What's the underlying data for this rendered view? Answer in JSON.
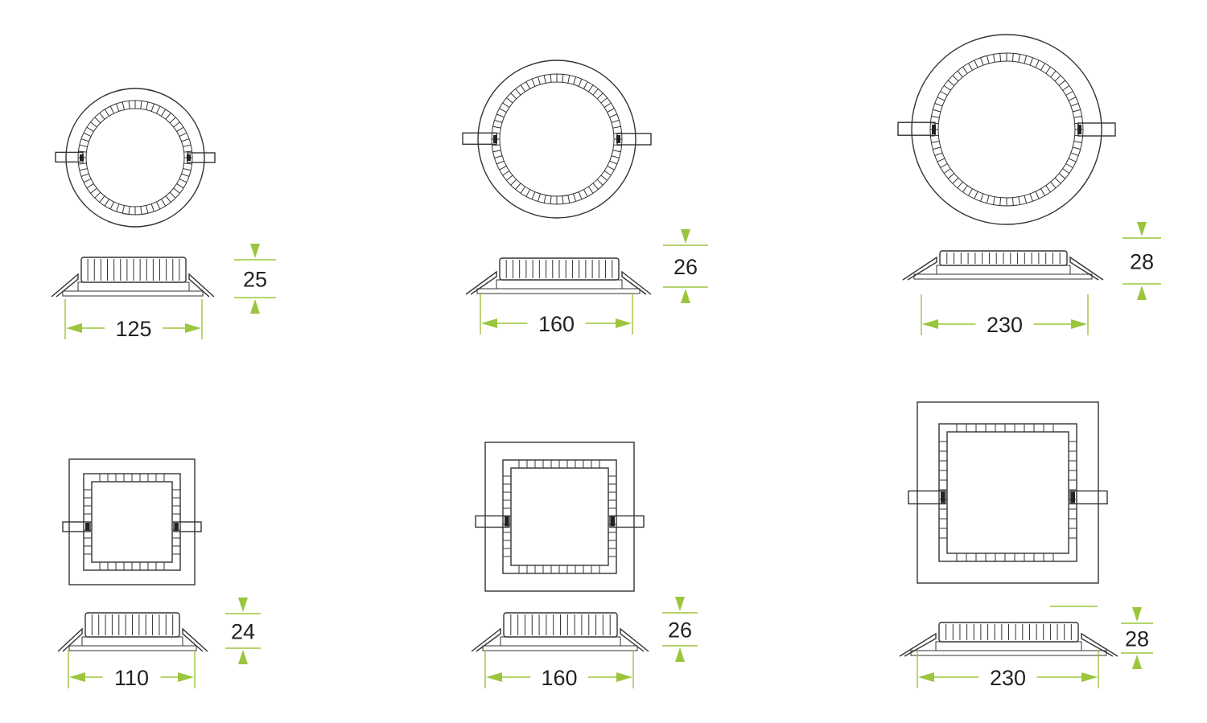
{
  "colors": {
    "accent": "#9bc53d",
    "line": "#333333",
    "background": "#ffffff"
  },
  "fixtures": [
    {
      "id": "round-small",
      "shape": "round",
      "diameter_label": "125",
      "height_label": "25"
    },
    {
      "id": "round-medium",
      "shape": "round",
      "diameter_label": "160",
      "height_label": "26"
    },
    {
      "id": "round-large",
      "shape": "round",
      "diameter_label": "230",
      "height_label": "28"
    },
    {
      "id": "square-small",
      "shape": "square",
      "diameter_label": "110",
      "height_label": "24"
    },
    {
      "id": "square-medium",
      "shape": "square",
      "diameter_label": "160",
      "height_label": "26"
    },
    {
      "id": "square-large",
      "shape": "square",
      "diameter_label": "230",
      "height_label": "28"
    }
  ]
}
